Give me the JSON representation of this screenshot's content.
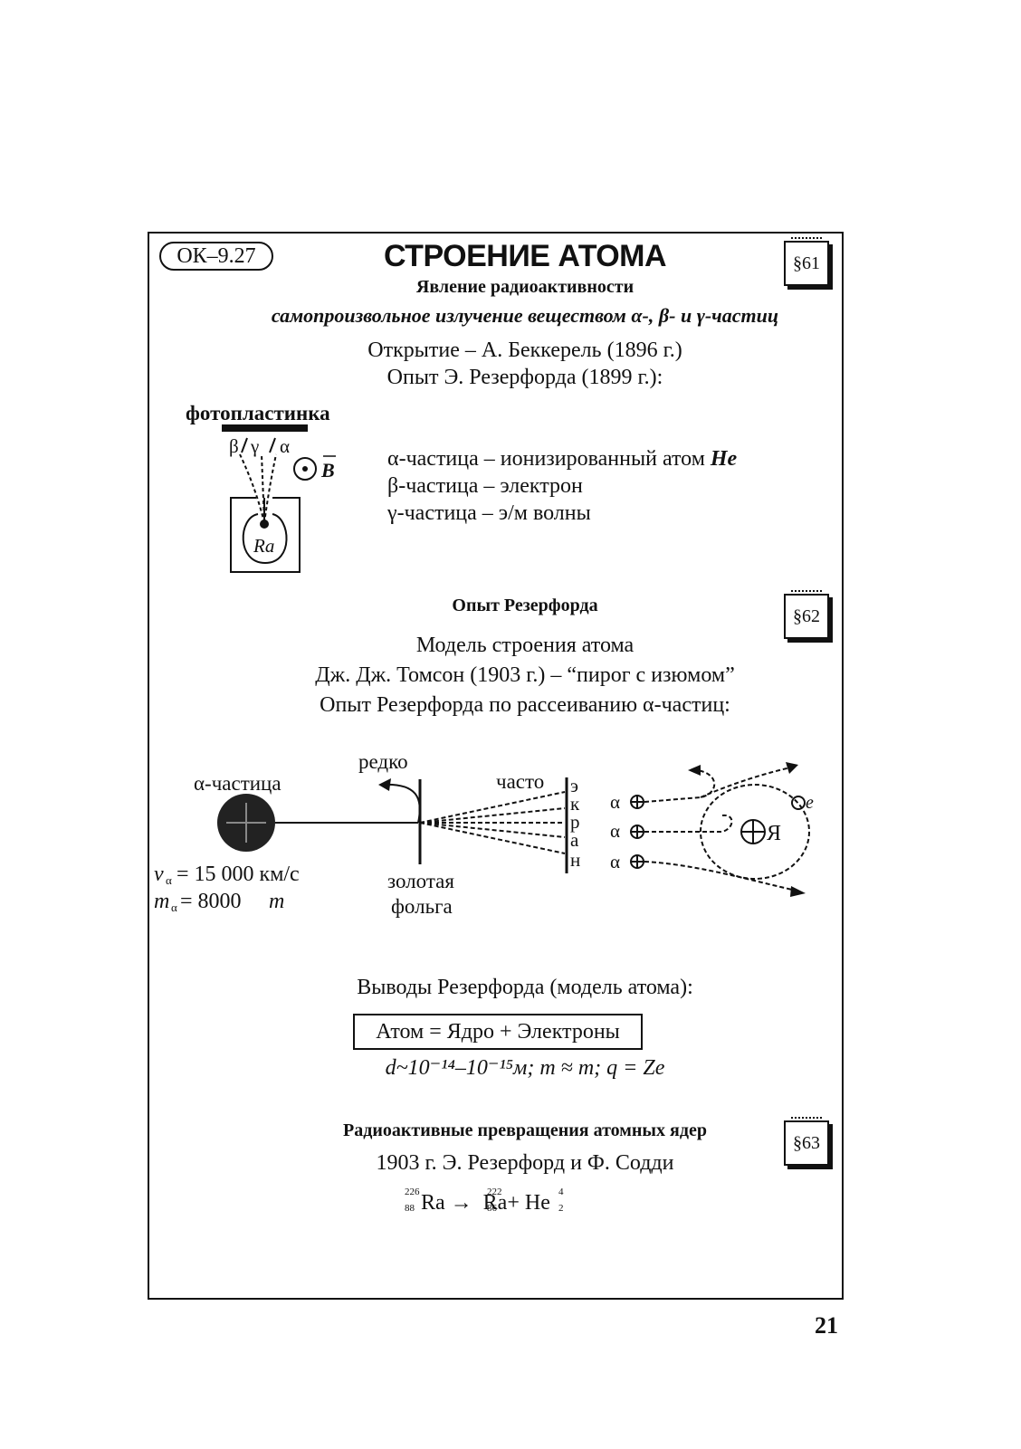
{
  "header": {
    "code": "ОК–9.27",
    "title": "СТРОЕНИЕ АТОМА"
  },
  "section61": {
    "badge": "§61",
    "subtitle": "Явление радиоактивности",
    "definition": "самопроизвольное излучение веществом α-, β- и γ-частиц",
    "discovery": "Открытие  – А. Беккерель (1896 г.)",
    "experiment": "Опыт Э. Резерфорда (1899 г.):",
    "diagram": {
      "plate_label": "фотопластинка",
      "beta": "β",
      "gamma": "γ",
      "alpha": "α",
      "field": "B",
      "source": "Ra"
    },
    "particles": [
      "α-частица – ионизированный атом",
      "β-частица – электрон",
      "γ-частица – э/м волны"
    ],
    "he": "He"
  },
  "section62": {
    "badge": "§62",
    "subtitle": "Опыт Резерфорда",
    "model_title": "Модель строения атома",
    "thomson": "Дж. Дж. Томсон (1903 г.) – “пирог с изюмом”",
    "scattering": "Опыт Резерфорда по рассеиванию α-частиц:",
    "diagram": {
      "alpha_label": "α-частица",
      "rarely": "редко",
      "often": "часто",
      "screen_letters": [
        "э",
        "к",
        "р",
        "а",
        "н"
      ],
      "foil": [
        "золотая",
        "фольга"
      ],
      "speed": "= 15 000 км/с",
      "speed_sym": "v",
      "mass": "= 8000",
      "mass_sym": "m",
      "alpha_sym": "α",
      "nucleus": "Я",
      "electron": "e"
    },
    "conclusions": "Выводы Резерфорда (модель атома):",
    "formula": "Атом = Ядро + Электроны",
    "params": "d~10⁻¹⁴–10⁻¹⁵м; m ≈ m; q = Ze"
  },
  "section63": {
    "badge": "§63",
    "subtitle": "Радиоактивные превращения атомных ядер",
    "authors": "1903 г. Э. Резерфорд и Ф. Содди",
    "reaction": "Ra →  Ra+ He",
    "isotopes": [
      "226",
      "88",
      "222",
      "86",
      "4",
      "2"
    ]
  },
  "page_number": "21"
}
